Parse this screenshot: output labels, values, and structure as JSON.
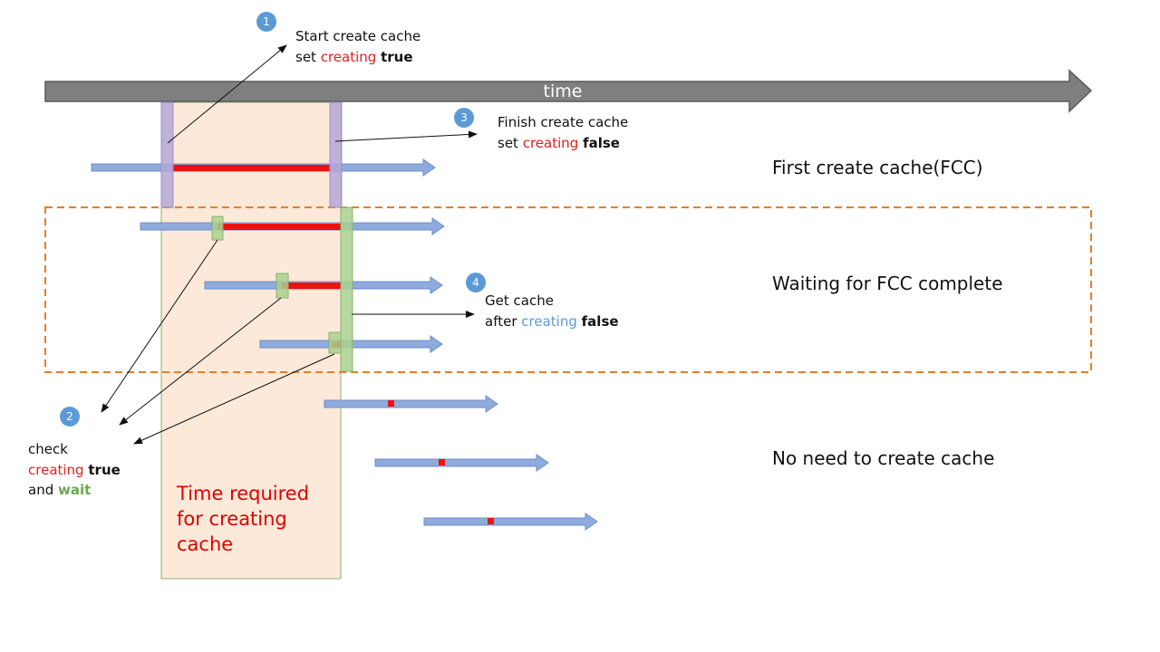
{
  "colors": {
    "timeline": "#7f7f7f",
    "timeline_dark": "#5a5a5a",
    "track": "#8faadc",
    "track_border": "#6f8fc8",
    "waiting": "#ee1111",
    "lock": "#b4a7d6",
    "check": "#a9d18e",
    "region_fill": "#fde9d9",
    "region_border": "#8bb06e",
    "dashed_box": "#e67e22",
    "badge": "#5b9bd5",
    "keyword_red": "#e02020",
    "keyword_blue": "#5b9bd5",
    "keyword_green": "#6aa84f",
    "label_red": "#e00000"
  },
  "timeline": {
    "label": "time"
  },
  "badges": [
    "1",
    "2",
    "3",
    "4"
  ],
  "callouts": {
    "start": {
      "line1": "Start create cache",
      "line2_prefix": "set",
      "line2_keyword": "creating",
      "line2_value": "true"
    },
    "finish": {
      "line1": "Finish create cache",
      "line2_prefix": "set",
      "line2_keyword": "creating",
      "line2_value": "false"
    },
    "get": {
      "line1": "Get cache",
      "line2_prefix": "after",
      "line2_keyword": "creating",
      "line2_value": "false"
    },
    "check": {
      "line1": "check",
      "line2_keyword": "creating",
      "line2_value": "true",
      "line3_prefix": "and",
      "line3_keyword": "wait"
    }
  },
  "region_label": {
    "line1": "Time required",
    "line2": "for creating",
    "line3": "cache"
  },
  "labels": {
    "fcc": "First create cache(FCC)",
    "waiting": "Waiting for FCC complete",
    "no_need": "No need to create cache"
  }
}
